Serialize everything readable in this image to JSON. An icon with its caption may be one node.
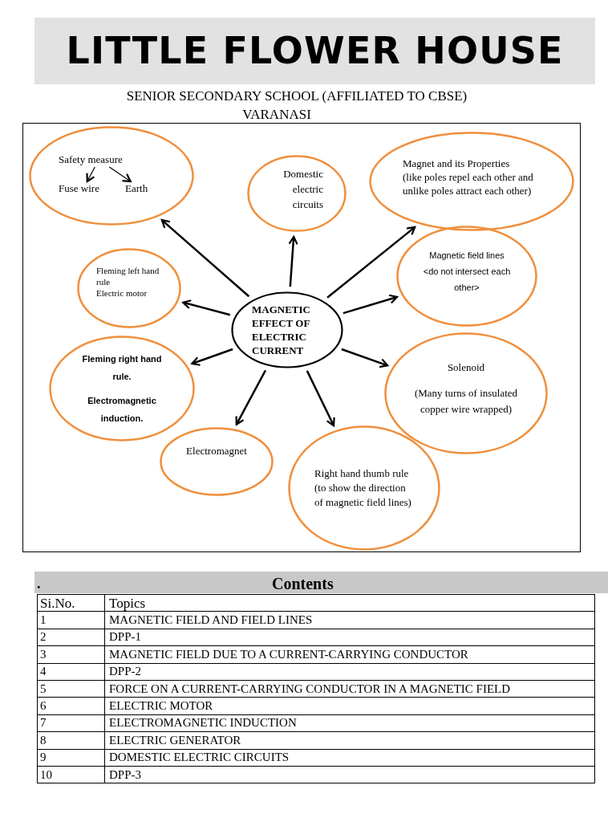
{
  "diagram": {
    "title": "LITTLE FLOWER HOUSE",
    "nodes": [
      {
        "text": [],
        "shape": "ellipse"
      },
      {
        "text": [
          "Safety measure"
        ],
        "in": 0
      },
      {
        "text": [
          "Fuse wire"
        ],
        "in": 0
      },
      {
        "text": [
          "Earth"
        ],
        "in": 0
      },
      {
        "text": [
          "Domestic electric circuits"
        ]
      },
      {
        "text": [
          "Magnet and its Properties",
          "(like poles repel each other and unlike poles attract each other)"
        ]
      },
      {
        "text": [
          "Fleming left hand rule",
          "Electric motor"
        ]
      },
      {
        "text": [
          "MAGNETIC EFFECT OF ELECTRIC CURRENT"
        ]
      },
      {
        "text": [
          "Magnetic field lines",
          "<do not intersect each other>"
        ]
      },
      {
        "text": [
          "Fleming right hand rule.",
          "Electromagnetic induction."
        ]
      },
      {
        "text": [
          "Solenoid",
          "(Many turns of insulated copper wire wrapped)"
        ]
      },
      {
        "text": [
          "Electromagnet"
        ]
      },
      {
        "text": [
          "Right hand thumb rule (to show the direction of magnetic field lines)"
        ]
      }
    ],
    "edges": [
      {
        "from": 1,
        "to": 2,
        "arrow": "to"
      },
      {
        "from": 1,
        "to": 3,
        "arrow": "to"
      },
      {
        "from": 7,
        "to": 0,
        "arrow": "to"
      },
      {
        "from": 7,
        "to": 4,
        "arrow": "to"
      },
      {
        "from": 7,
        "to": 5,
        "arrow": "to"
      },
      {
        "from": 7,
        "to": 6,
        "arrow": "to"
      },
      {
        "from": 7,
        "to": 8,
        "arrow": "to"
      },
      {
        "from": 7,
        "to": 9,
        "arrow": "to"
      },
      {
        "from": 7,
        "to": 10,
        "arrow": "to"
      },
      {
        "from": 7,
        "to": 11,
        "arrow": "to"
      },
      {
        "from": 7,
        "to": 12,
        "arrow": "to"
      }
    ],
    "labels": [
      "SENIOR SECONDARY SCHOOL (AFFILIATED TO CBSE)",
      "VARANASI",
      ".",
      "Contents",
      "Si.No.",
      "Topics",
      "1",
      "MAGNETIC FIELD AND FIELD LINES",
      "2",
      "DPP-1",
      "3",
      "MAGNETIC FIELD DUE TO A CURRENT-CARRYING CONDUCTOR",
      "4",
      "DPP-2",
      "5",
      "FORCE ON A CURRENT-CARRYING CONDUCTOR IN A MAGNETIC FIELD",
      "6",
      "ELECTRIC MOTOR",
      "7",
      "ELECTROMAGNETIC INDUCTION",
      "8",
      "ELECTRIC GENERATOR",
      "9",
      "DOMESTIC ELECTRIC CIRCUITS",
      "10",
      "DPP-3"
    ]
  }
}
